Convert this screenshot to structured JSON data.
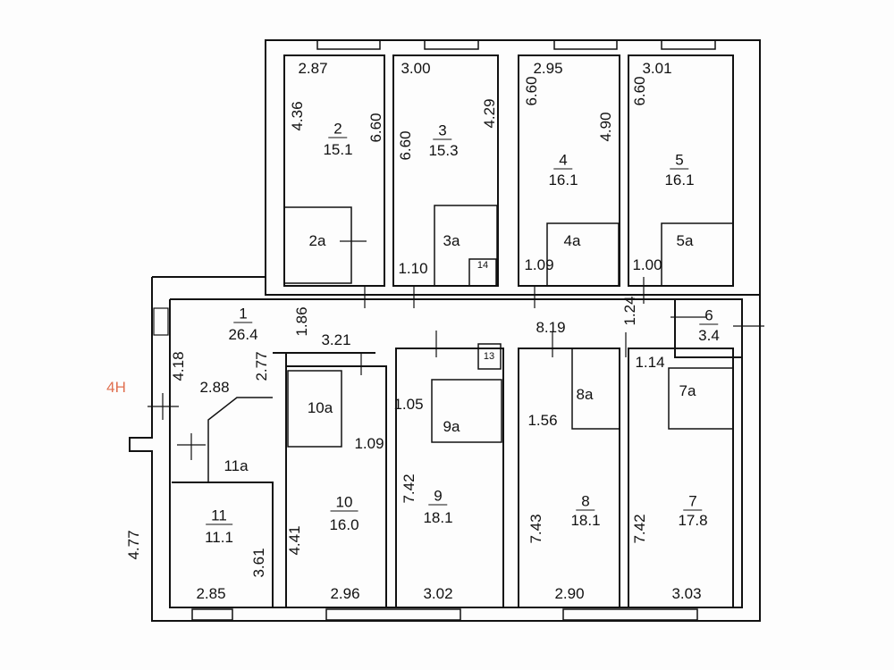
{
  "plan_mark": "4Н",
  "colors": {
    "wall": "#111111",
    "mark": "#e07050"
  },
  "rooms": {
    "r1": {
      "number": "1",
      "area": "26.4",
      "d1": "4.18",
      "d2": "2.88",
      "d3": "2.77",
      "d4": "1.86",
      "d5": "3.21",
      "d6": "8.19",
      "d7": "1.24"
    },
    "r2": {
      "number": "2",
      "area": "15.1",
      "width": "2.87",
      "d1": "4.36",
      "length": "6.60",
      "bath": "2a"
    },
    "r3": {
      "number": "3",
      "area": "15.3",
      "width": "3.00",
      "length": "6.60",
      "d1": "4.29",
      "bath": "3a",
      "d2": "1.10"
    },
    "r4": {
      "number": "4",
      "area": "16.1",
      "width": "2.95",
      "length": "6.60",
      "d1": "4.90",
      "bath": "4a",
      "d2": "1.09"
    },
    "r5": {
      "number": "5",
      "area": "16.1",
      "width": "3.01",
      "length": "6.60",
      "bath": "5a",
      "d2": "1.00"
    },
    "r6": {
      "number": "6",
      "area": "3.4"
    },
    "r7": {
      "number": "7",
      "area": "17.8",
      "width": "3.03",
      "length": "7.42",
      "bath": "7a",
      "d1": "1.14"
    },
    "r8": {
      "number": "8",
      "area": "18.1",
      "width": "2.90",
      "length": "7.43",
      "bath": "8a",
      "d1": "1.56"
    },
    "r9": {
      "number": "9",
      "area": "18.1",
      "width": "3.02",
      "length": "7.42",
      "bath": "9a",
      "d1": "1.05"
    },
    "r10": {
      "number": "10",
      "area": "16.0",
      "width": "2.96",
      "length": "4.41",
      "bath": "10a",
      "d1": "1.09"
    },
    "r11": {
      "number": "11",
      "area": "11.1",
      "width": "2.85",
      "length": "3.61",
      "bath": "11a",
      "d1": "4.77"
    },
    "r13": {
      "number": "13"
    },
    "r14": {
      "number": "14"
    }
  }
}
